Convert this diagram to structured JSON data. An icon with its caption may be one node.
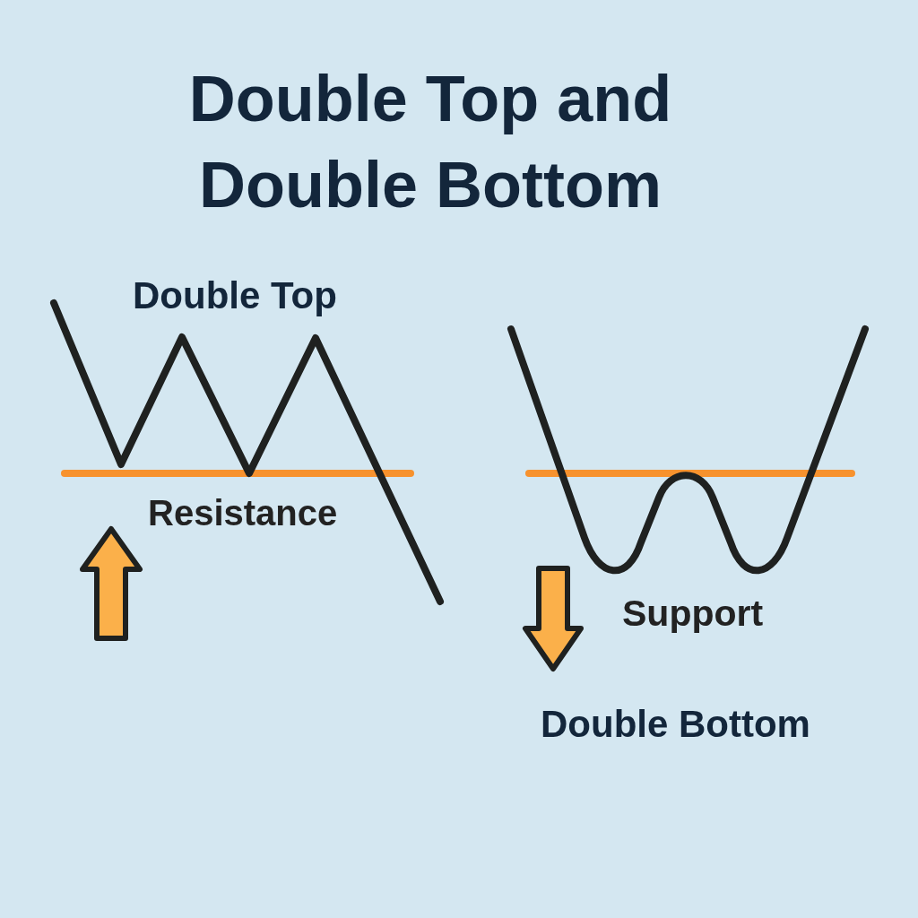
{
  "diagram": {
    "title": "Double Top and Double Bottom",
    "labels": [
      "Double Top",
      "Resistance",
      "Support",
      "Double Bottom"
    ]
  }
}
